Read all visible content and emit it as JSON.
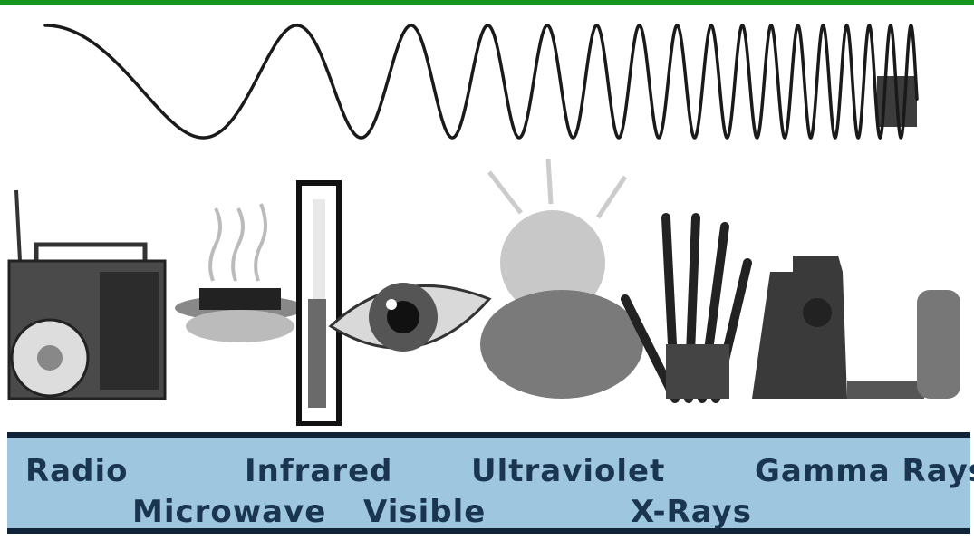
{
  "spectrum": {
    "labels_row1": [
      "Radio",
      "Infrared",
      "Ultraviolet",
      "Gamma Rays"
    ],
    "labels_row2": [
      "Microwave",
      "Visible",
      "X-Rays"
    ]
  },
  "illustrations": [
    "radio-icon",
    "microwave-icon",
    "thermometer-icon",
    "eye-icon",
    "lightbulb-icon",
    "xray-hand-icon",
    "nuclear-plant-icon"
  ],
  "colors": {
    "topbar": "#17961d",
    "band": "#9ec7df",
    "band_border": "#0f2438",
    "text": "#1a3550"
  }
}
